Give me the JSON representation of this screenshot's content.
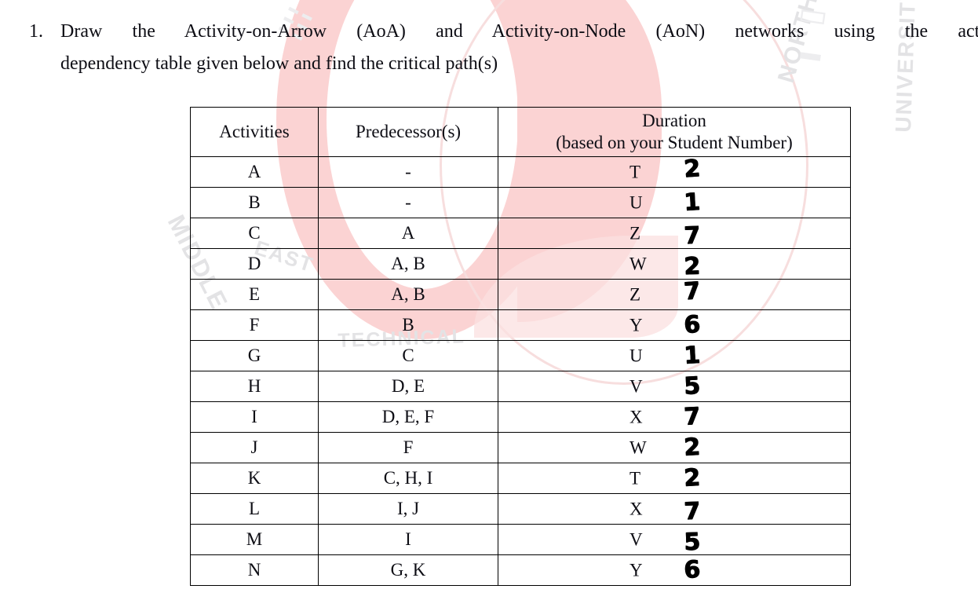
{
  "question": {
    "number": "1.",
    "line1": "Draw the Activity-on-Arrow (AoA) and Activity-on-Node (AoN) networks using the activ",
    "line2": "dependency table given below and find the critical path(s)"
  },
  "table": {
    "headers": {
      "activities": "Activities",
      "predecessors": "Predecessor(s)",
      "duration_line1": "Duration",
      "duration_line2": "(based on your Student Number)"
    },
    "rows": [
      {
        "activity": "A",
        "predecessors": "-",
        "duration_letter": "T",
        "duration_value": "2"
      },
      {
        "activity": "B",
        "predecessors": "-",
        "duration_letter": "U",
        "duration_value": "1"
      },
      {
        "activity": "C",
        "predecessors": "A",
        "duration_letter": "Z",
        "duration_value": "7"
      },
      {
        "activity": "D",
        "predecessors": "A, B",
        "duration_letter": "W",
        "duration_value": "2"
      },
      {
        "activity": "E",
        "predecessors": "A, B",
        "duration_letter": "Z",
        "duration_value": "7"
      },
      {
        "activity": "F",
        "predecessors": "B",
        "duration_letter": "Y",
        "duration_value": "6"
      },
      {
        "activity": "G",
        "predecessors": "C",
        "duration_letter": "U",
        "duration_value": "1"
      },
      {
        "activity": "H",
        "predecessors": "D, E",
        "duration_letter": "V",
        "duration_value": "5"
      },
      {
        "activity": "I",
        "predecessors": "D, E, F",
        "duration_letter": "X",
        "duration_value": "7"
      },
      {
        "activity": "J",
        "predecessors": "F",
        "duration_letter": "W",
        "duration_value": "2"
      },
      {
        "activity": "K",
        "predecessors": "C, H, I",
        "duration_letter": "T",
        "duration_value": "2"
      },
      {
        "activity": "L",
        "predecessors": "I, J",
        "duration_letter": "X",
        "duration_value": "7"
      },
      {
        "activity": "M",
        "predecessors": "I",
        "duration_letter": "V",
        "duration_value": "5"
      },
      {
        "activity": "N",
        "predecessors": "G, K",
        "duration_letter": "Y",
        "duration_value": "6"
      }
    ]
  },
  "watermark": {
    "line1": "MIDDLE",
    "line2": "EAST",
    "line3": "TECHNICAL",
    "line4": "NORTHERN CYPRUS CAMPUS",
    "line5": "UNIVERSITY",
    "glyph1": "☰",
    "glyph2": "▭",
    "glyph3": "▬",
    "glyph4": "☷",
    "pink_color": "#fbd3d3",
    "grey_color": "#e3e3e5"
  }
}
